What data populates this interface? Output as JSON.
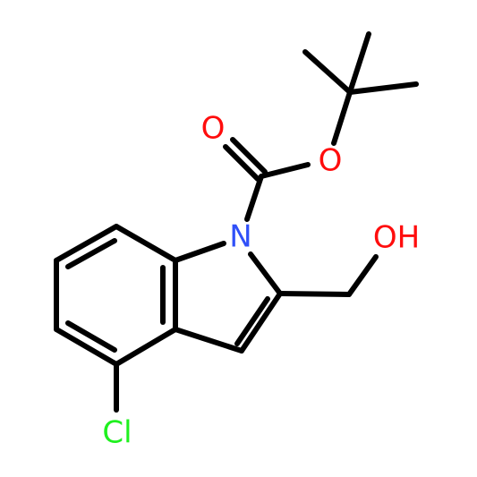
{
  "atoms": {
    "oxygen_carbonyl": {
      "label": "O",
      "color": "#ff0d0d"
    },
    "oxygen_ester": {
      "label": "O",
      "color": "#ff0d0d"
    },
    "nitrogen": {
      "label": "N",
      "color": "#3050f8"
    },
    "hydroxyl": {
      "label": "OH",
      "color": "#ff0d0d"
    },
    "chlorine": {
      "label": "Cl",
      "color": "#1ff01f"
    }
  }
}
